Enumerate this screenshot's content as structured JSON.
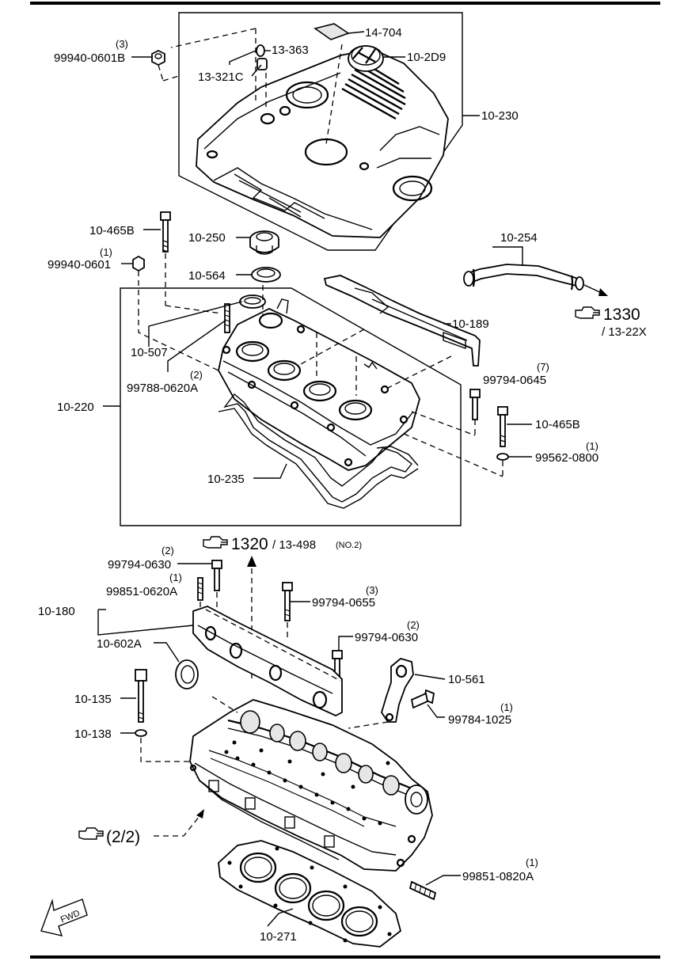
{
  "labels": {
    "p14_704": "14-704",
    "p13_363": "13-363",
    "p10_2D9": "10-2D9",
    "p99940_0601B_qty": "(3)",
    "p99940_0601B": "99940-0601B",
    "p13_321C": "13-321C",
    "p10_230": "10-230",
    "p10_465B_top": "10-465B",
    "p10_250": "10-250",
    "p99940_0601_qty": "(1)",
    "p99940_0601": "99940-0601",
    "p10_564": "10-564",
    "p10_254": "10-254",
    "ref_1330": "1330",
    "ref_13_22X": "/ 13-22X",
    "p10_189": "10-189",
    "p10_507": "10-507",
    "p99788_0620A_qty": "(2)",
    "p99788_0620A": "99788-0620A",
    "p10_220": "10-220",
    "p99794_0645_qty": "(7)",
    "p99794_0645": "99794-0645",
    "p10_465B_right": "10-465B",
    "p99562_0800_qty": "(1)",
    "p99562_0800": "99562-0800",
    "p10_235": "10-235",
    "ref_1320": "1320",
    "ref_13_498": "/ 13-498",
    "ref_13_498_note": "(NO.2)",
    "p99794_0630_top_qty": "(2)",
    "p99794_0630_top": "99794-0630",
    "p99851_0620A_qty": "(1)",
    "p99851_0620A": "99851-0620A",
    "p10_180": "10-180",
    "p99794_0655_qty": "(3)",
    "p99794_0655": "99794-0655",
    "p99794_0630_mid_qty": "(2)",
    "p99794_0630_mid": "99794-0630",
    "p10_602A": "10-602A",
    "p10_561": "10-561",
    "p10_135": "10-135",
    "p99784_1025_qty": "(1)",
    "p99784_1025": "99784-1025",
    "p10_138": "10-138",
    "ref_2_2": "(2/2)",
    "p99851_0820A_qty": "(1)",
    "p99851_0820A": "99851-0820A",
    "p10_271": "10-271",
    "fwd": "FWD"
  },
  "icons": [
    "pointing-hand-icon",
    "fwd-arrow-icon"
  ]
}
